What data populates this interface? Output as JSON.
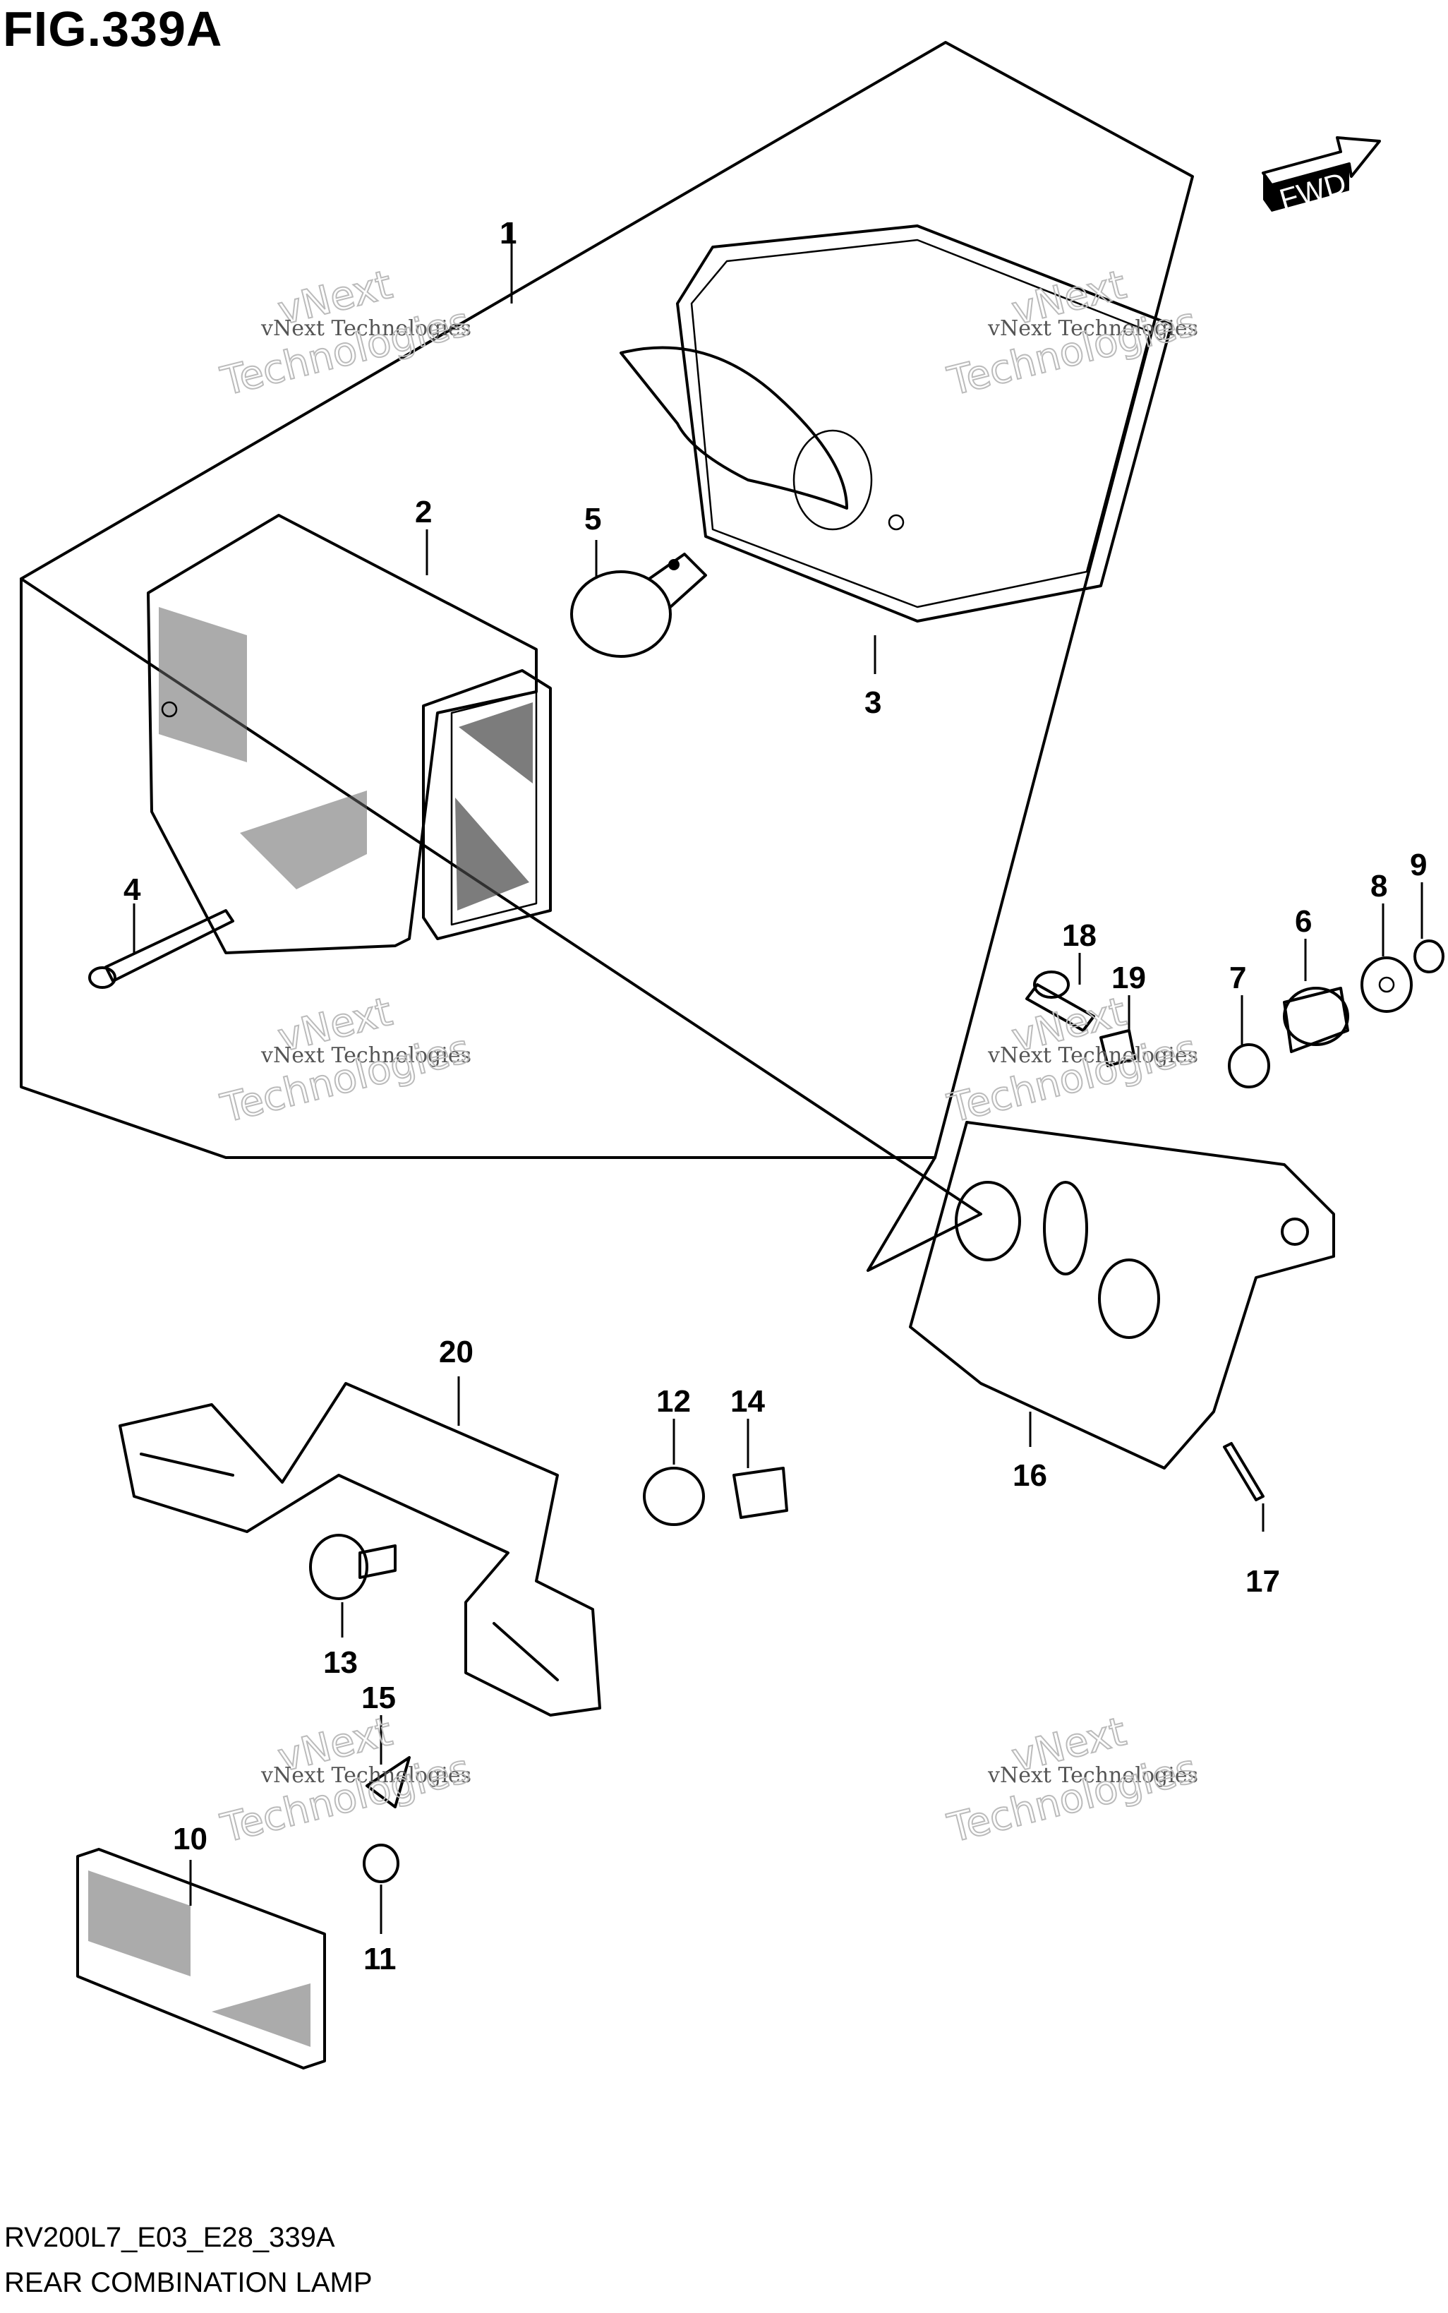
{
  "figure": {
    "title": "FIG.339A",
    "code": "RV200L7_E03_E28_339A",
    "caption": "REAR COMBINATION LAMP",
    "direction_label": "FWD"
  },
  "watermark": {
    "line1": "vNext",
    "line2": "vNext Technologies",
    "line3": "Technologies"
  },
  "callouts": [
    "1",
    "2",
    "3",
    "4",
    "5",
    "6",
    "7",
    "8",
    "9",
    "10",
    "11",
    "12",
    "13",
    "14",
    "15",
    "16",
    "17",
    "18",
    "19",
    "20"
  ]
}
